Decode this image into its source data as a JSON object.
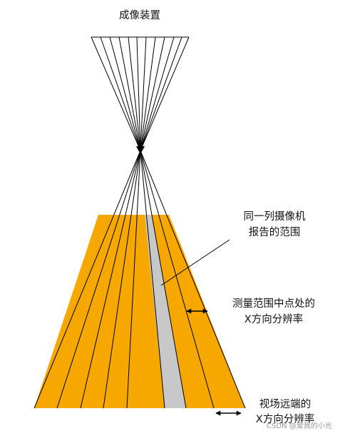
{
  "labels": {
    "imaging_device": "成像装置",
    "camera_range_line1": "同一列摄像机",
    "camera_range_line2": "报告的范围",
    "center_resolution_line1": "测量范围中点处的",
    "center_resolution_line2": "X方向分辨率",
    "far_resolution_line1": "视场远端的",
    "far_resolution_line2": "X方向分辨率"
  },
  "watermark": "CSDN @爱我的小光",
  "colors": {
    "fov_fill": "#F6A800",
    "highlight_column": "#C8C8C8",
    "lines": "#000000"
  },
  "icons": {
    "center_arrow": "double-headed-arrow-icon",
    "far_arrow": "double-headed-arrow-icon"
  }
}
